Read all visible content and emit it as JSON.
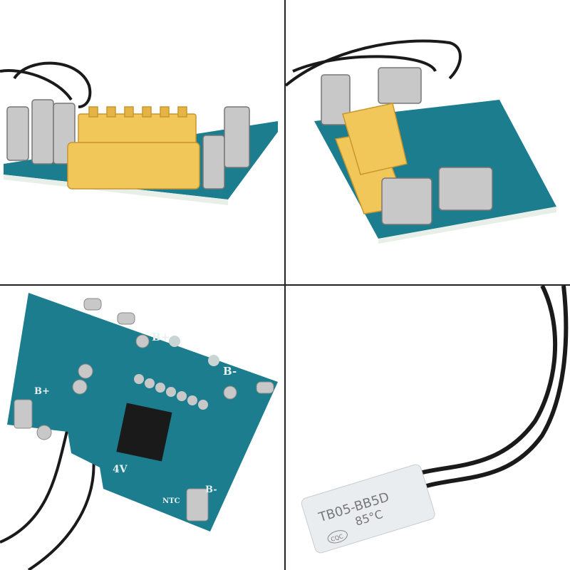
{
  "photos": [
    {
      "subject": "pcb-side-view"
    },
    {
      "subject": "pcb-angled-view"
    },
    {
      "subject": "pcb-bottom-view",
      "labels": {
        "b_plus_top": "B+",
        "b_minus_top": "B-",
        "b_plus_left": "B+",
        "b_minus_right": "B-",
        "four_v": "4V",
        "ntc": "NTC"
      }
    },
    {
      "subject": "thermal-fuse",
      "labels": {
        "model": "TB05-BB5D",
        "temp": "85°C",
        "cert": "CQC"
      }
    }
  ],
  "colors": {
    "pcb": "#1a7a8c",
    "connector": "#f2c75a",
    "metal": "#c9c9c9",
    "wire": "#1a1a1a",
    "fuse": "#e9edf0"
  }
}
